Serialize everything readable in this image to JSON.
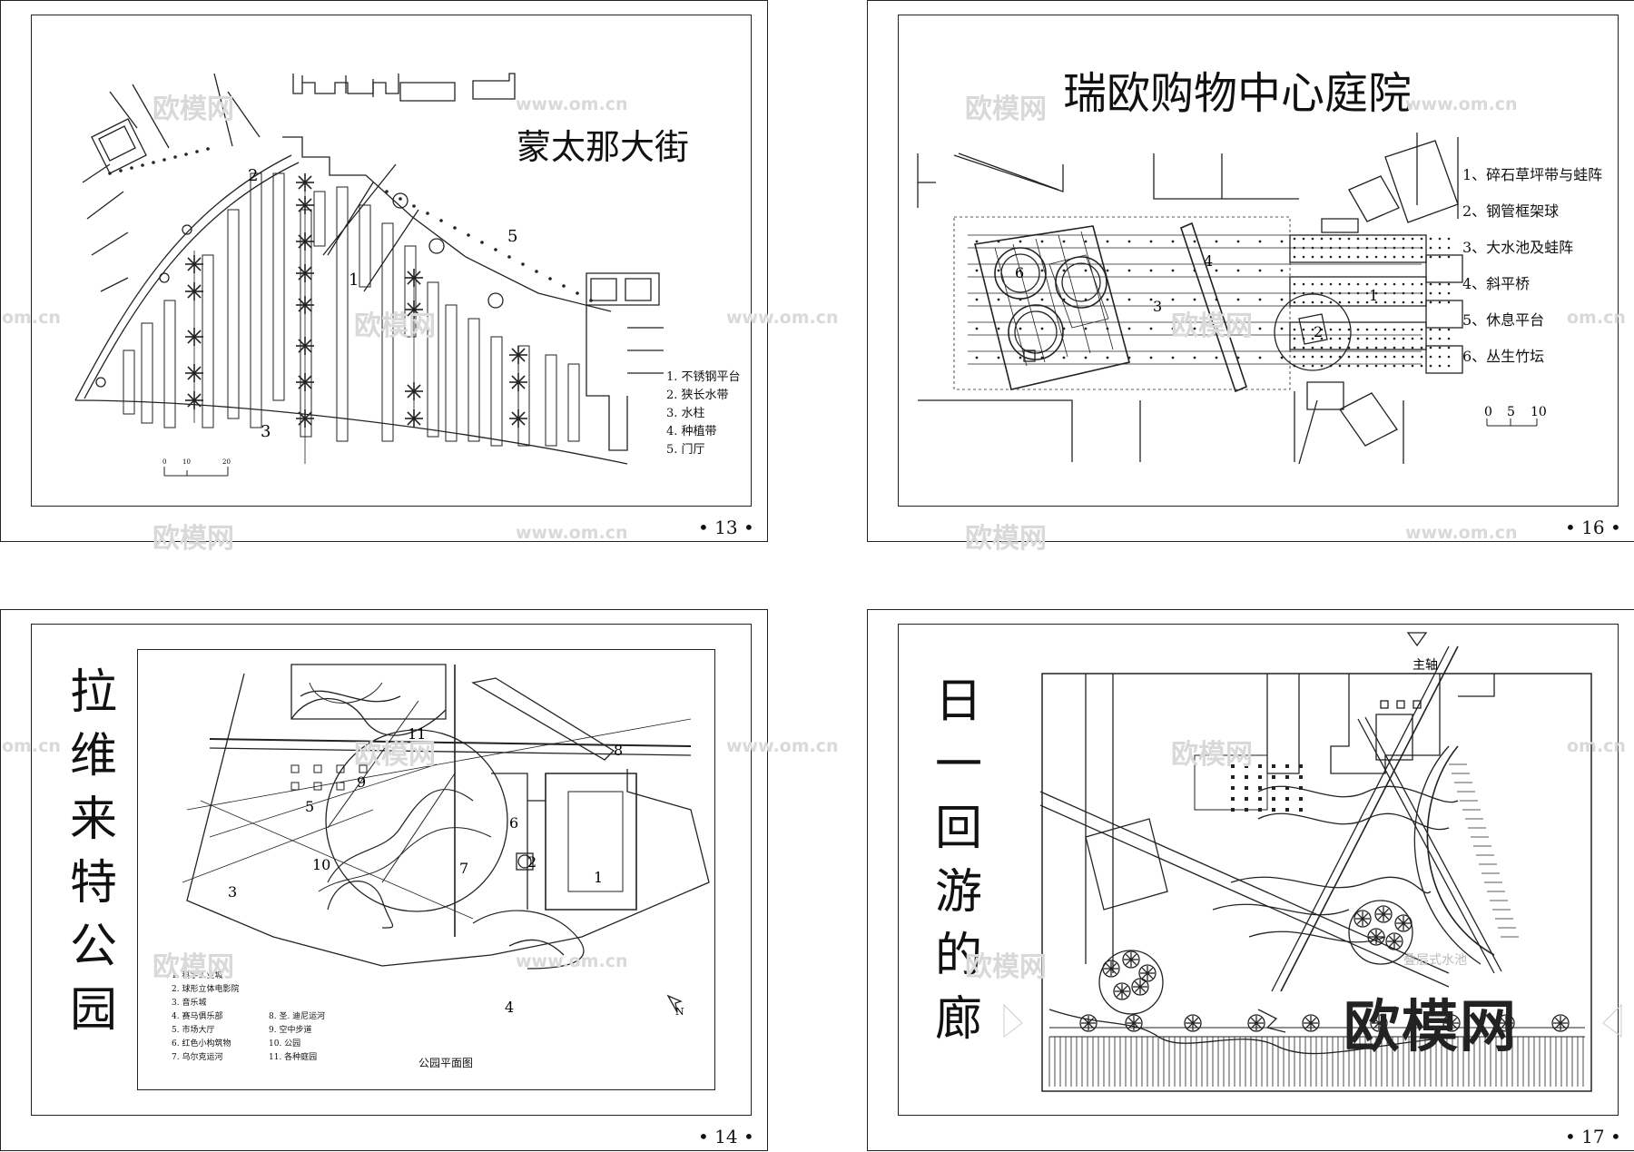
{
  "panels": {
    "p13": {
      "title": "蒙太那大街",
      "page_number": "• 13 •",
      "plan_labels": [
        "1",
        "2",
        "3",
        "5"
      ],
      "legend": [
        "1. 不锈钢平台",
        "2. 狭长水带",
        "3. 水柱",
        "4. 种植带",
        "5. 门厅"
      ],
      "scale": [
        "0",
        "10",
        "20"
      ]
    },
    "p16": {
      "title": "瑞欧购物中心庭院",
      "page_number": "• 16 •",
      "plan_labels": [
        "1",
        "2",
        "3",
        "4",
        "6"
      ],
      "legend": [
        "1、碎石草坪带与蛙阵",
        "2、钢管框架球",
        "3、大水池及蛙阵",
        "4、斜平桥",
        "5、休息平台",
        "6、丛生竹坛"
      ],
      "scale": [
        "0",
        "5",
        "10"
      ]
    },
    "p14": {
      "title": [
        "拉",
        "维",
        "来",
        "特",
        "公",
        "园"
      ],
      "page_number": "• 14 •",
      "plan_caption": "公园平面图",
      "plan_labels": [
        "1",
        "2",
        "3",
        "4",
        "5",
        "6",
        "7",
        "8",
        "9",
        "10",
        "11"
      ],
      "north": "N",
      "legend_col1": [
        "1. 科学工业城",
        "2. 球形立体电影院",
        "3. 音乐城",
        "4. 赛马俱乐部",
        "5. 市场大厅",
        "6. 红色小构筑物",
        "7. 乌尔克运河"
      ],
      "legend_col2": [
        "8. 圣. 迪尼运河",
        "9. 空中步道",
        "10. 公园",
        "11. 各种庭园"
      ]
    },
    "p17": {
      "title": [
        "日",
        "一",
        "回",
        "游",
        "的",
        "廊"
      ],
      "page_number": "• 17 •",
      "axis_label": "主轴",
      "faint_label": "叠层式水池"
    }
  },
  "watermarks": {
    "cn": "欧模网",
    "url": "www.om.cn",
    "url_short": "om.cn"
  },
  "colors": {
    "line": "#222222",
    "watermark": "#d9d9d9",
    "background": "#ffffff"
  }
}
